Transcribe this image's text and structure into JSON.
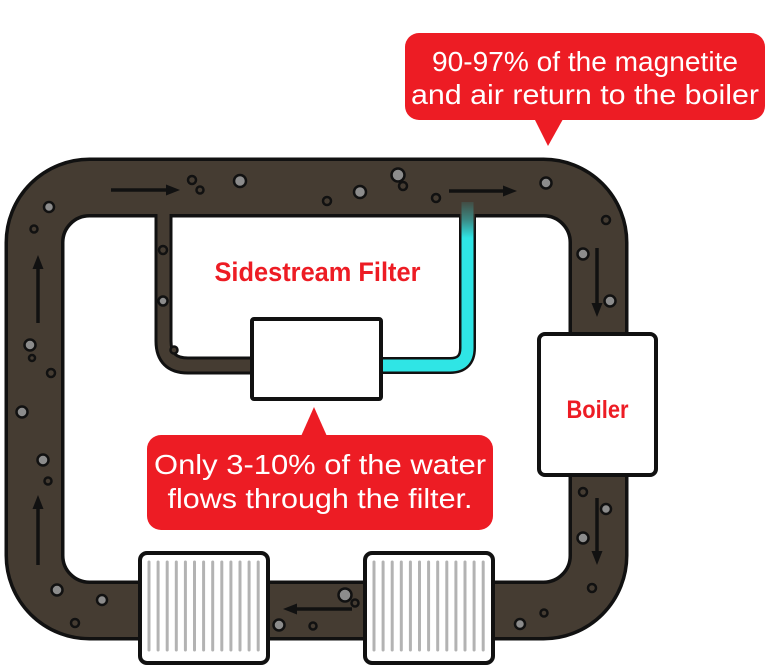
{
  "diagram_title": "Sidestream filter loop diagram",
  "callouts": {
    "top": {
      "line1": "90-97% of the magnetite",
      "line2": "and air return to the boiler"
    },
    "bottom": {
      "line1": "Only 3-10% of the water",
      "line2": "flows through the filter."
    }
  },
  "labels": {
    "sidestream_filter": "Sidestream Filter",
    "boiler": "Boiler"
  },
  "flow": {
    "direction": "clockwise",
    "top_pipe": "right",
    "right_pipe": "down",
    "bottom_pipe": "left",
    "left_pipe": "up"
  },
  "colors": {
    "pipe": "#453c32",
    "outline": "#111111",
    "clean_water": "#2fe5e5",
    "accent_red": "#ed1c24",
    "text_on_red": "#ffffff",
    "box_fill": "#ffffff",
    "radiator_stripe": "#b3b3b3",
    "bubble_gray": "#8c8c8c",
    "background": "#ffffff"
  }
}
